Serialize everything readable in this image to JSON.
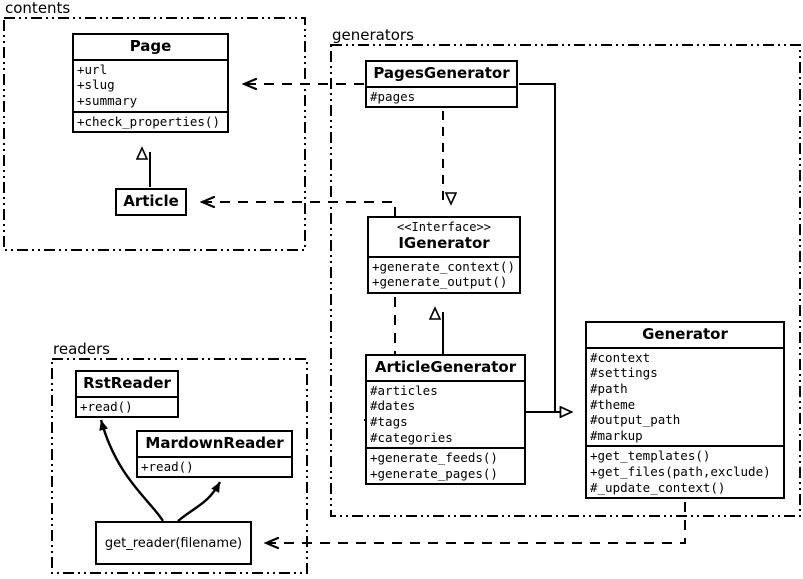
{
  "diagram": {
    "title": "Pelican architecture UML class diagram",
    "stroke_color": "#000000",
    "background": "#ffffff"
  },
  "packages": [
    {
      "id": "contents",
      "label": "contents"
    },
    {
      "id": "generators",
      "label": "generators"
    },
    {
      "id": "readers",
      "label": "readers"
    }
  ],
  "classes": {
    "page": {
      "name": "Page",
      "attributes": [
        "+url",
        "+slug",
        "+summary"
      ],
      "methods": [
        "+check_properties()"
      ]
    },
    "article": {
      "name": "Article",
      "attributes": [],
      "methods": []
    },
    "pages_generator": {
      "name": "PagesGenerator",
      "attributes": [
        "#pages"
      ],
      "methods": []
    },
    "igenerator": {
      "stereotype": "<<Interface>>",
      "name": "IGenerator",
      "attributes": [],
      "methods": [
        "+generate_context()",
        "+generate_output()"
      ]
    },
    "article_generator": {
      "name": "ArticleGenerator",
      "attributes": [
        "#articles",
        "#dates",
        "#tags",
        "#categories"
      ],
      "methods": [
        "+generate_feeds()",
        "+generate_pages()"
      ]
    },
    "generator": {
      "name": "Generator",
      "attributes": [
        "#context",
        "#settings",
        "#path",
        "#theme",
        "#output_path",
        "#markup"
      ],
      "methods": [
        "+get_templates()",
        "+get_files(path,exclude)",
        "#_update_context()"
      ]
    },
    "rst_reader": {
      "name": "RstReader",
      "attributes": [],
      "methods": [
        "+read()"
      ]
    },
    "mardown_reader": {
      "name": "MardownReader",
      "attributes": [],
      "methods": [
        "+read()"
      ]
    },
    "get_reader": {
      "name": "get_reader(filename)"
    }
  },
  "relations": [
    {
      "id": "article-to-page",
      "type": "generalization",
      "from": "Article",
      "to": "Page"
    },
    {
      "id": "pagesgenerator-to-igenerator",
      "type": "realization",
      "from": "PagesGenerator",
      "to": "IGenerator"
    },
    {
      "id": "articlegenerator-to-igenerator",
      "type": "generalization",
      "from": "ArticleGenerator",
      "to": "IGenerator"
    },
    {
      "id": "pagesgenerator-to-generator",
      "type": "generalization",
      "from": "PagesGenerator",
      "to": "Generator"
    },
    {
      "id": "articlegenerator-to-generator",
      "type": "generalization",
      "from": "ArticleGenerator",
      "to": "Generator"
    },
    {
      "id": "pagesgenerator-to-page",
      "type": "dependency",
      "from": "PagesGenerator",
      "to": "Page"
    },
    {
      "id": "articlegenerator-to-article",
      "type": "dependency",
      "from": "ArticleGenerator",
      "to": "Article"
    },
    {
      "id": "generator-to-get_reader",
      "type": "dependency",
      "from": "Generator",
      "to": "get_reader(filename)"
    },
    {
      "id": "get_reader-to-rstreader",
      "type": "uses",
      "from": "get_reader(filename)",
      "to": "RstReader"
    },
    {
      "id": "get_reader-to-mardownreader",
      "type": "uses",
      "from": "get_reader(filename)",
      "to": "MardownReader"
    }
  ]
}
